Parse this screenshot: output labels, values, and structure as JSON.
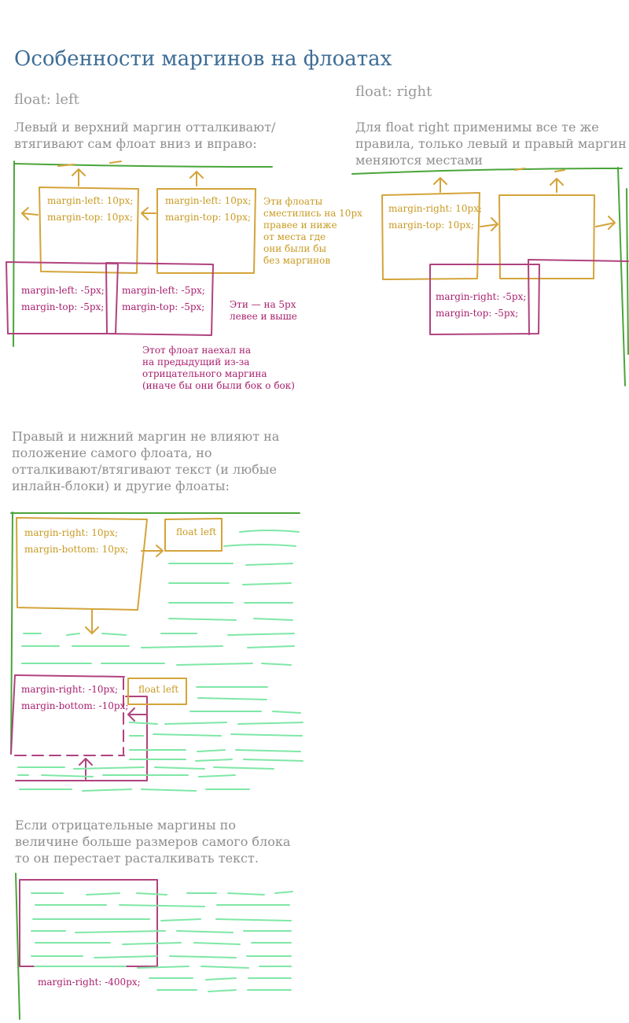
{
  "title": "Особенности маргинов на флоатах",
  "section_left": {
    "heading": "float: left",
    "description": "Левый и верхний маргин отталкивают/\nвтягивают сам флоат вниз и вправо:",
    "box1_label": "margin-left: 10px;\nmargin-top: 10px;",
    "box2_label": "margin-left: 10px;\nmargin-top: 10px;",
    "note_positive": "Эти флоаты\nсместились на 10px\nправее и ниже\nот места где\nони были бы\nбез  маргинов",
    "box3_label": "margin-left: -5px;\nmargin-top: -5px;",
    "box4_label": "margin-left: -5px;\nmargin-top: -5px;",
    "note_negative": "Эти — на 5px\nлевее и выше",
    "note_overlap": "Этот флоат наехал на\nна предыдущий из-за\nотрицательного маргина\n(иначе бы они были бок о бок)"
  },
  "section_right": {
    "heading": "float: right",
    "description": "Для float right применимы все те же\nправила, только левый и правый маргин\nменяются местами",
    "box1_label": "margin-right: 10px;\nmargin-top: 10px;",
    "box2_label": "margin-right: -5px;\nmargin-top: -5px;"
  },
  "section_bottom_margins": {
    "description": "Правый и нижний маргин не влияют на\nположение самого  флоата, но\nотталкивают/втягивают текст (и любые\nинлайн-блоки) и другие флоаты:",
    "box1_label": "margin-right: 10px;\nmargin-bottom: 10px;",
    "float1_label": "float left",
    "box2_label": "margin-right: -10px;\nmargin-bottom: -10px;",
    "float2_label": "float left"
  },
  "section_large_negative": {
    "description": "Если отрицательные маргины по\nвеличине больше размеров самого блока\nто он перестает расталкивать текст.",
    "box_label": "margin-right: -400px;"
  },
  "colors": {
    "container_line": "#4aa53a",
    "positive_margin": "#d4a43a",
    "negative_margin": "#b0427e",
    "text_line": "#7fe7a6",
    "title": "#3d6d96",
    "caption": "#999999"
  }
}
